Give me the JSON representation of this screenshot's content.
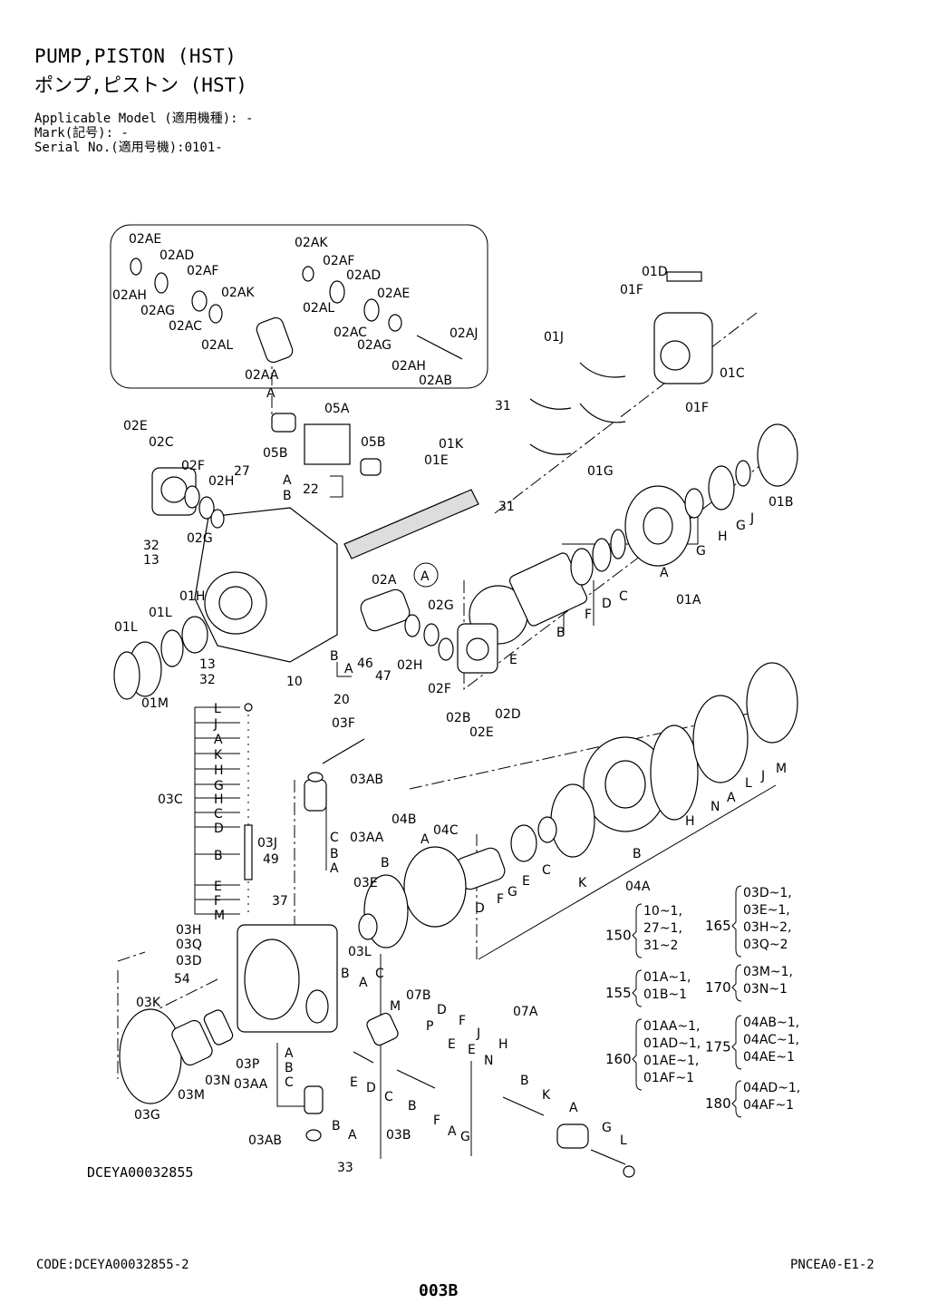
{
  "header": {
    "title_en": "PUMP,PISTON (HST)",
    "title_jp": "ポンプ,ピストン (HST)",
    "applicable_model": "Applicable Model (適用機種): -",
    "mark": "Mark(記号): -",
    "serial": "Serial No.(適用号機):0101-"
  },
  "footer": {
    "code": "CODE:DCEYA00032855-2",
    "part_code": "PNCEA0-E1-2",
    "page": "003B"
  },
  "diagram": {
    "drawing_no": "DCEYA00032855",
    "callouts": {
      "c02AE_1": "02AE",
      "c02AD_1": "02AD",
      "c02AF_1": "02AF",
      "c02AH_1": "02AH",
      "c02AK_1": "02AK",
      "c02AG_1": "02AG",
      "c02AC_1": "02AC",
      "c02AL_1": "02AL",
      "c02AA": "02AA",
      "cA_1": "A",
      "c02AK_2": "02AK",
      "c02AF_2": "02AF",
      "c02AD_2": "02AD",
      "c02AL_2": "02AL",
      "c02AE_2": "02AE",
      "c02AC_2": "02AC",
      "c02AG_2": "02AG",
      "c02AJ": "02AJ",
      "c02AH_2": "02AH",
      "c02AB": "02AB",
      "c01D": "01D",
      "c01F_1": "01F",
      "c01J": "01J",
      "c01C": "01C",
      "c01F_2": "01F",
      "c31_1": "31",
      "c31_2": "31",
      "c01G": "01G",
      "c01K": "01K",
      "c01E": "01E",
      "c01B": "01B",
      "c05A": "05A",
      "c05B_1": "05B",
      "c05B_2": "05B",
      "c02E_1": "02E",
      "c02C": "02C",
      "c02F_1": "02F",
      "c02H_1": "02H",
      "c27": "27",
      "cA_2": "A",
      "cB_1": "B",
      "c22": "22",
      "c02G_1": "02G",
      "c32_1": "32",
      "c13_1": "13",
      "c01H": "01H",
      "c01L_1": "01L",
      "c01L_2": "01L",
      "c01M": "01M",
      "c13_2": "13",
      "c32_2": "32",
      "c10": "10",
      "c02A": "02A",
      "cA_3": "A",
      "c02G_2": "02G",
      "cB_2": "B",
      "cA_4": "A",
      "c46": "46",
      "c47": "47",
      "c02H_2": "02H",
      "c20": "20",
      "c02F_2": "02F",
      "c02B": "02B",
      "c02D": "02D",
      "c02E_2": "02E",
      "cE_1": "E",
      "cB_3": "B",
      "cF_1": "F",
      "cD_1": "D",
      "cC_1": "C",
      "cA_5": "A",
      "c01A": "01A",
      "cG_1": "G",
      "cH_1": "H",
      "cG_2": "G",
      "cJ_1": "J",
      "cL_1": "L",
      "cJ_2": "J",
      "cA_6": "A",
      "cK_1": "K",
      "cH_2": "H",
      "cG_3": "G",
      "c03C": "03C",
      "cH_3": "H",
      "cC_2": "C",
      "cD_2": "D",
      "cB_4": "B",
      "cE_2": "E",
      "cF_2": "F",
      "cM_1": "M",
      "c03F": "03F",
      "c03AB_1": "03AB",
      "cC_3": "C",
      "c03AA_1": "03AA",
      "cB_5": "B",
      "cA_7": "A",
      "c03J": "03J",
      "c49": "49",
      "c37": "37",
      "c03H": "03H",
      "c03Q": "03Q",
      "c03D": "03D",
      "c54": "54",
      "c03K": "03K",
      "c03E": "03E",
      "c04B": "04B",
      "c04C": "04C",
      "cA_8": "A",
      "cB_6": "B",
      "cD_3": "D",
      "cF_3": "F",
      "cG_4": "G",
      "cE_3": "E",
      "cC_4": "C",
      "cK_2": "K",
      "c04A": "04A",
      "cB_7": "B",
      "cH_4": "H",
      "cN_1": "N",
      "cA_9": "A",
      "cL_2": "L",
      "cJ_3": "J",
      "cM_2": "M",
      "c03L": "03L",
      "cB_8": "B",
      "cA_10": "A",
      "cC_5": "C",
      "cM_3": "M",
      "c07B": "07B",
      "cP": "P",
      "cD_4": "D",
      "cF_4": "F",
      "cE_4": "E",
      "cJ_4": "J",
      "cN_2": "N",
      "cH_5": "H",
      "c07A": "07A",
      "cB_9": "B",
      "cK_3": "K",
      "cA_11": "A",
      "cG_5": "G",
      "cL_3": "L",
      "c03P": "03P",
      "c03N": "03N",
      "c03M": "03M",
      "c03G": "03G",
      "cA_12": "A",
      "cB_10": "B",
      "cC_6": "C",
      "c03AA_2": "03AA",
      "c03AB_2": "03AB",
      "cE_5": "E",
      "cD_5": "D",
      "cC_7": "C",
      "cB_11": "B",
      "cF_5": "F",
      "cA_13": "A",
      "cG_6": "G",
      "c03B": "03B",
      "cB_12": "B",
      "cA_14": "A",
      "c33": "33"
    },
    "kits": [
      {
        "id": "150",
        "items": [
          "10~1,",
          "27~1,",
          "31~2"
        ]
      },
      {
        "id": "155",
        "items": [
          "01A~1,",
          "01B~1"
        ]
      },
      {
        "id": "160",
        "items": [
          "01AA~1,",
          "01AD~1,",
          "01AE~1,",
          "01AF~1"
        ]
      },
      {
        "id": "165",
        "items": [
          "03D~1,",
          "03E~1,",
          "03H~2,",
          "03Q~2"
        ]
      },
      {
        "id": "170",
        "items": [
          "03M~1,",
          "03N~1"
        ]
      },
      {
        "id": "175",
        "items": [
          "04AB~1,",
          "04AC~1,",
          "04AE~1"
        ]
      },
      {
        "id": "180",
        "items": [
          "04AD~1,",
          "04AF~1"
        ]
      }
    ]
  }
}
